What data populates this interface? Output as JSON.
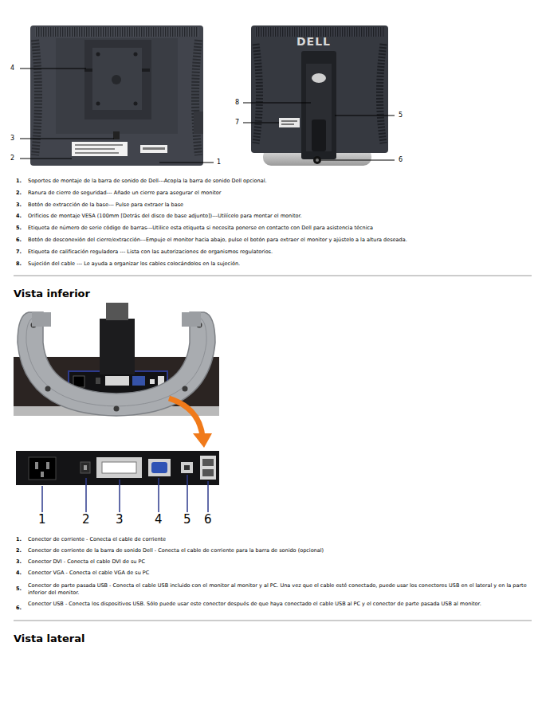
{
  "diagram": {
    "labels": [
      "DELL",
      "4",
      "3",
      "2",
      "1",
      "8",
      "7",
      "5",
      "6",
      "1.",
      "Soportes de montaje de la barra de sonido de Dell---Acopla la barra de sonido Dell opcional.",
      "2.",
      "Ranura de cierre de seguridad--- Añade un cierre para asegurar el monitor",
      "3.",
      "Botón de extracción de la base--- Pulse para extraer la base",
      "4.",
      "Orificios de montaje VESA (100mm [Detrás del disco de base adjunto])---Utilícelo para montar el monitor.",
      "5.",
      "Etiqueta de número de serie código de barras---Utilice esta etiqueta si necesita ponerse en contacto con Dell para asistencia técnica",
      "6.",
      "Botón de desconexión del cierre/extracción---Empuje el monitor hacia abajo, pulse el botón para extraer el monitor y ajústelo a la altura deseada.",
      "7.",
      "Etiqueta de calificación reguladora --- Lista con las autorizaciones de organismos regulatorios.",
      "8.",
      "Sujeción del cable --- Le ayuda a organizar los cables colocándolos en la sujeción.",
      "Vista inferior",
      "1",
      "2",
      "3",
      "4",
      "5",
      "6",
      "1.",
      "Conector de corriente - Conecta el cable de corriente",
      "2.",
      "Conector de corriente de la barra de sonido Dell - Conecta el cable de corriente para la barra de sonido (opcional)",
      "3.",
      "Conector DVI - Conecta el cable DVI de su PC",
      "4.",
      "Conector VGA - Conecta el cable VGA de su PC",
      "5.",
      "Conector de parte pasada USB - Conecta el cable USB incluido con el monitor al monitor y al PC. Una vez que el cable esté conectado, puede usar los conectores USB en el lateral y en la parte inferior del monitor.",
      "6.",
      "Conector USB - Conecta los dispositivos USB. Sólo puede usar este conector después de que haya conectado el cable USB al PC y el conector de parte pasada USB al monitor.",
      "Vista lateral"
    ]
  }
}
